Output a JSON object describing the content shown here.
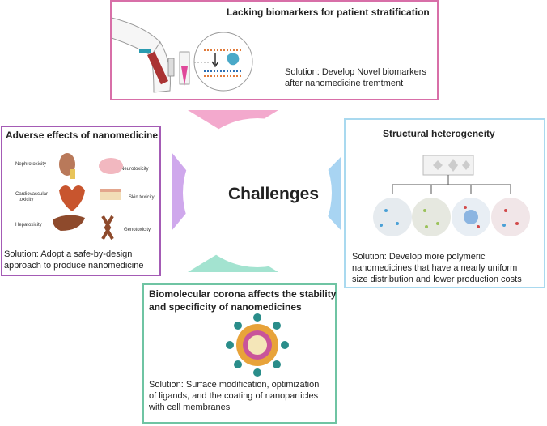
{
  "center": {
    "title": "Challenges"
  },
  "top": {
    "title": "Lacking biomarkers for patient stratification",
    "solution_l1": "Solution: Develop Novel biomarkers",
    "solution_l2": "after nanomedicine tremtment"
  },
  "left": {
    "title": "Adverse effects of nanomedicine",
    "tox": [
      "Nephrotoxicity",
      "Neurotoxicity",
      "Cardiovascular",
      "toxicity",
      "Skin toxicity",
      "Hepatoxicity",
      "Genotoxicity"
    ],
    "solution_l1": "Solution: Adopt a safe-by-design",
    "solution_l2": "approach to produce nanomedicine"
  },
  "right": {
    "title": "Structural heterogeneity",
    "solution_l1": "Solution: Develop more polymeric",
    "solution_l2": "nanomedicines that have a nearly uniform",
    "solution_l3": "size distribution and lower production costs"
  },
  "bottom": {
    "title_l1": "Biomolecular corona affects the stability",
    "title_l2": "and specificity of nanomedicines",
    "solution_l1": "Solution: Surface modification, optimization",
    "solution_l2": "of ligands, and the coating of nanoparticles",
    "solution_l3": "with cell membranes"
  },
  "colors": {
    "pink": "#f1a7cb",
    "purple": "#c9a6e6",
    "blue": "#a8d3f1",
    "green": "#9fe0cc"
  }
}
